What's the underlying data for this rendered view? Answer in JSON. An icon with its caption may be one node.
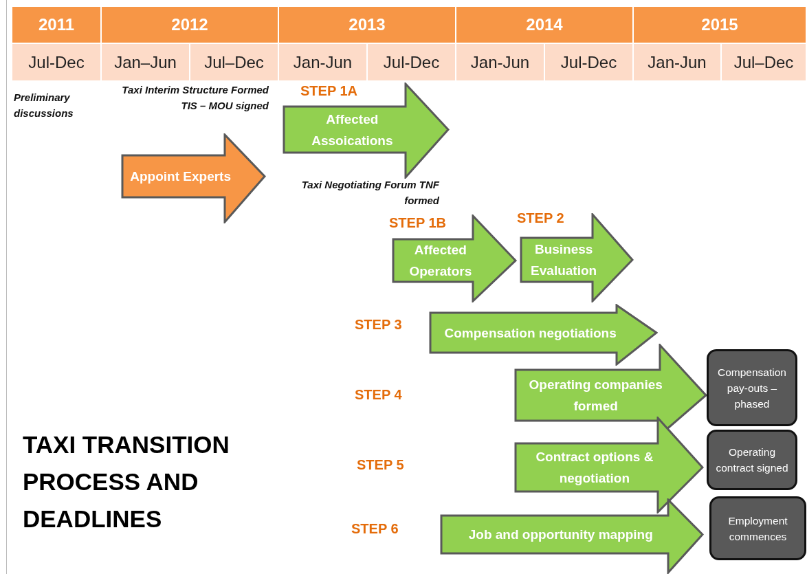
{
  "diagram": {
    "title": "TAXI TRANSITION PROCESS AND DEADLINES",
    "nodes": [
      {
        "text": [
          "Affected Assoications"
        ],
        "beside": [
          "STEP 1A"
        ]
      },
      {
        "text": [
          "Appoint Experts"
        ]
      },
      {
        "text": [
          "Affected Operators"
        ],
        "beside": [
          "STEP 1B"
        ]
      },
      {
        "text": [
          "Business Evaluation"
        ],
        "beside": [
          "STEP 2"
        ]
      },
      {
        "text": [
          "Compensation negotiations"
        ]
      },
      {
        "text": [
          "Operating companies formed"
        ]
      },
      {
        "text": [
          "Compensation pay-outs – phased"
        ]
      },
      {
        "text": [
          "Contract options & negotiation"
        ]
      },
      {
        "text": [
          "Operating contract signed"
        ]
      },
      {
        "text": [
          "Job and opportunity mapping"
        ]
      },
      {
        "text": [
          "Employment commences"
        ]
      }
    ],
    "labels": [
      "2011",
      "2012",
      "2013",
      "2014",
      "2015",
      "Jul-Dec",
      "Jan–Jun",
      "Jul–Dec",
      "Jan-Jun",
      "Jul-Dec",
      "Jan-Jun",
      "Jul-Dec",
      "Jan-Jun",
      "Jul–Dec",
      "Preliminary discussions",
      "Taxi Interim Structure Formed TIS – MOU signed",
      "Taxi Negotiating Forum TNF formed",
      "STEP 3",
      "STEP 4",
      "STEP 5",
      "STEP 6"
    ]
  }
}
